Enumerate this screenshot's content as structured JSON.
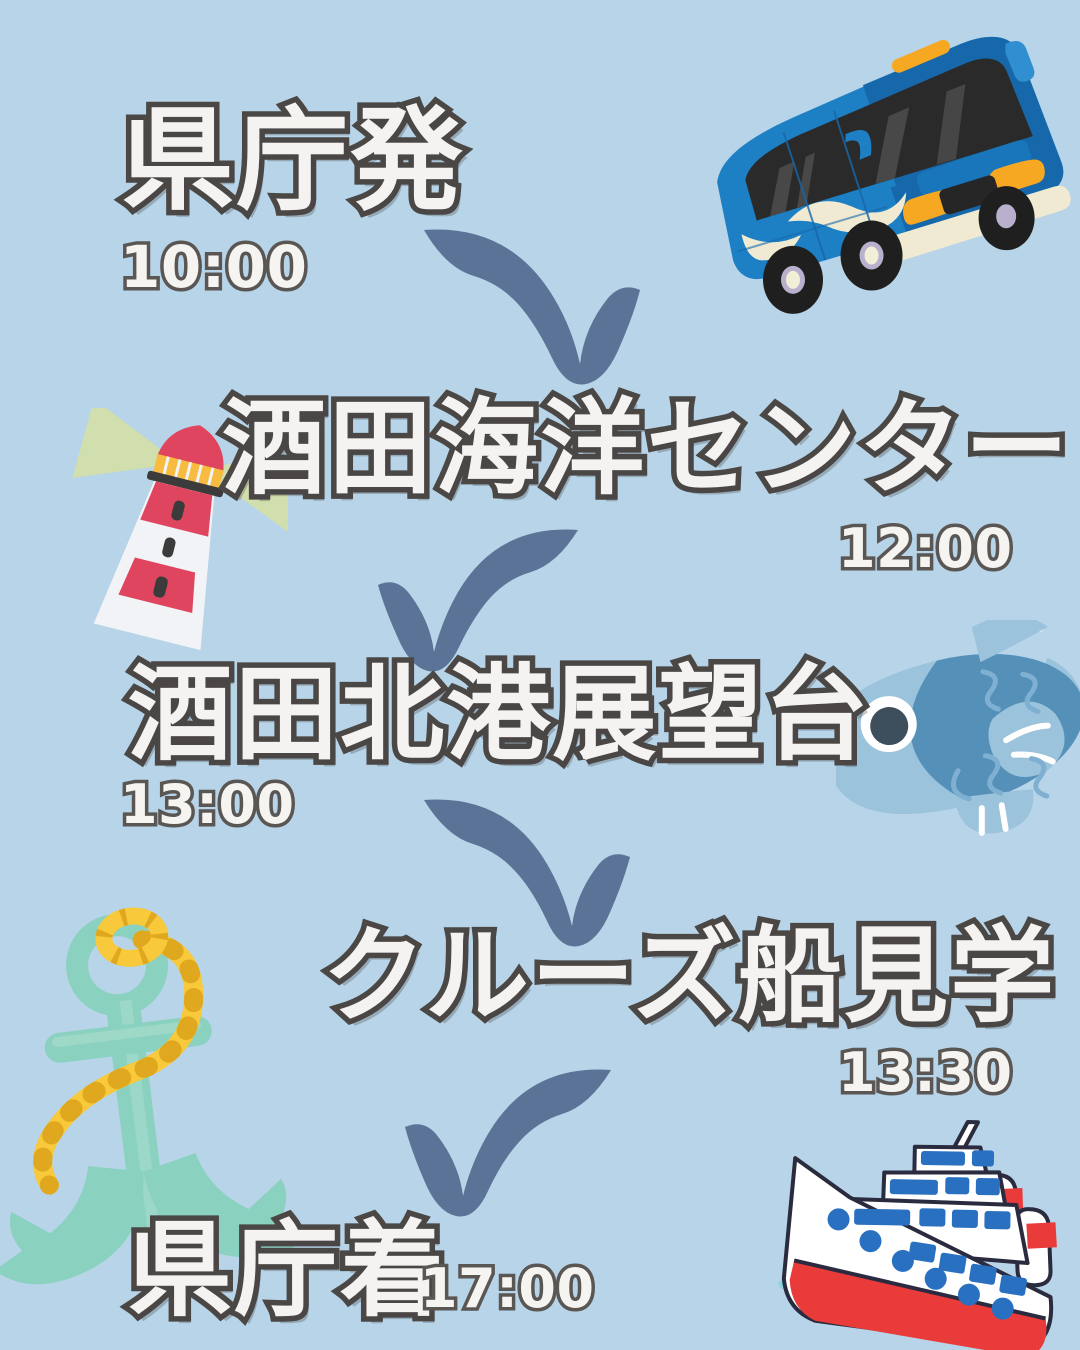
{
  "poster": {
    "background_color": "#b7d4e8",
    "text_fill_color": "#f4f3f1",
    "text_outline_color": "#4a4745",
    "arrow_color": "#5a7396"
  },
  "itinerary": {
    "steps": [
      {
        "id": "step-1",
        "label": "県庁発",
        "time": "10:00"
      },
      {
        "id": "step-2",
        "label": "酒田海洋センター",
        "time": "12:00"
      },
      {
        "id": "step-3",
        "label": "酒田北港展望台",
        "time": "13:00"
      },
      {
        "id": "step-4",
        "label": "クルーズ船見学",
        "time": "13:30"
      },
      {
        "id": "step-5",
        "label": "県庁着",
        "time": "17:00"
      }
    ]
  },
  "arrows": [
    {
      "id": "arrow-1",
      "direction": "down-right"
    },
    {
      "id": "arrow-2",
      "direction": "down-left"
    },
    {
      "id": "arrow-3",
      "direction": "down-right"
    },
    {
      "id": "arrow-4",
      "direction": "down-left"
    }
  ],
  "illustrations": [
    {
      "id": "bus",
      "name": "tour-bus-illustration",
      "colors": {
        "body": "#1d7fc4",
        "body_dark": "#1566a3",
        "glass": "#262626",
        "accent": "#f7a822",
        "bumper": "#f0ead2"
      }
    },
    {
      "id": "lighthouse",
      "name": "lighthouse-illustration",
      "colors": {
        "red": "#e0455f",
        "white": "#f2f3f6",
        "beam": "#e8e87f"
      }
    },
    {
      "id": "fish",
      "name": "fish-illustration",
      "colors": {
        "light": "#9cc3dc",
        "dark": "#5590b9",
        "eye": "#3d4f5c"
      }
    },
    {
      "id": "anchor",
      "name": "anchor-illustration",
      "colors": {
        "metal": "#8ad1bf",
        "rope": "#f7c93b"
      }
    },
    {
      "id": "cruise",
      "name": "cruise-ship-illustration",
      "colors": {
        "hull": "#ffffff",
        "stripe": "#ea3b3b",
        "window": "#2a70c0",
        "outline": "#2b2b40",
        "water": "#8fd6da"
      }
    }
  ]
}
